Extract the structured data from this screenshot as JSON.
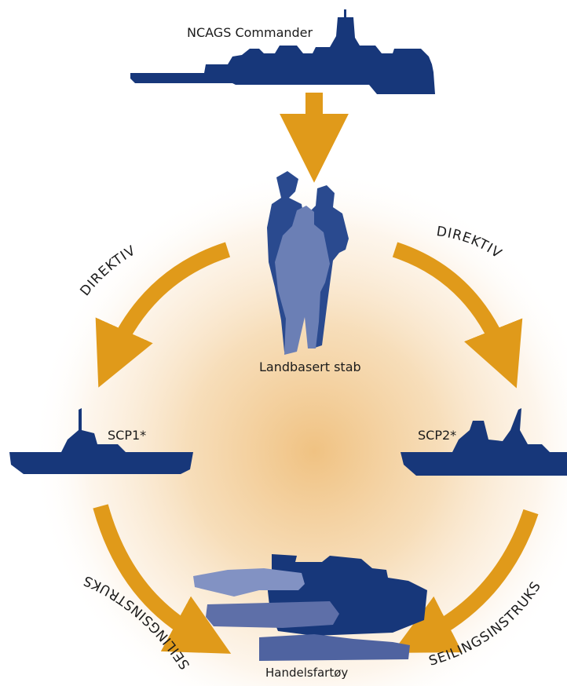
{
  "nodes": {
    "commander": "NCAGS Commander",
    "staff": "Landbasert stab",
    "scp1": "SCP1*",
    "scp2": "SCP2*",
    "merchant": "Handelsfartøy"
  },
  "arrows": {
    "left_top": "DIREKTIV",
    "right_top": "DIREKTIV",
    "left_bottom": "SEILINGSINSTRUKS",
    "right_bottom": "SEILINGSINSTRUKS"
  },
  "colors": {
    "ship": "#17377a",
    "people_dark": "#2a4a8f",
    "people_light": "#6b7fb5",
    "arrow": "#e09a1a",
    "glow": "#f0c282"
  },
  "icons": {
    "commander": "warship-icon",
    "staff": "people-icon",
    "scp1": "patrol-ship-icon",
    "scp2": "patrol-ship-icon",
    "merchant": "merchant-ships-icon"
  }
}
